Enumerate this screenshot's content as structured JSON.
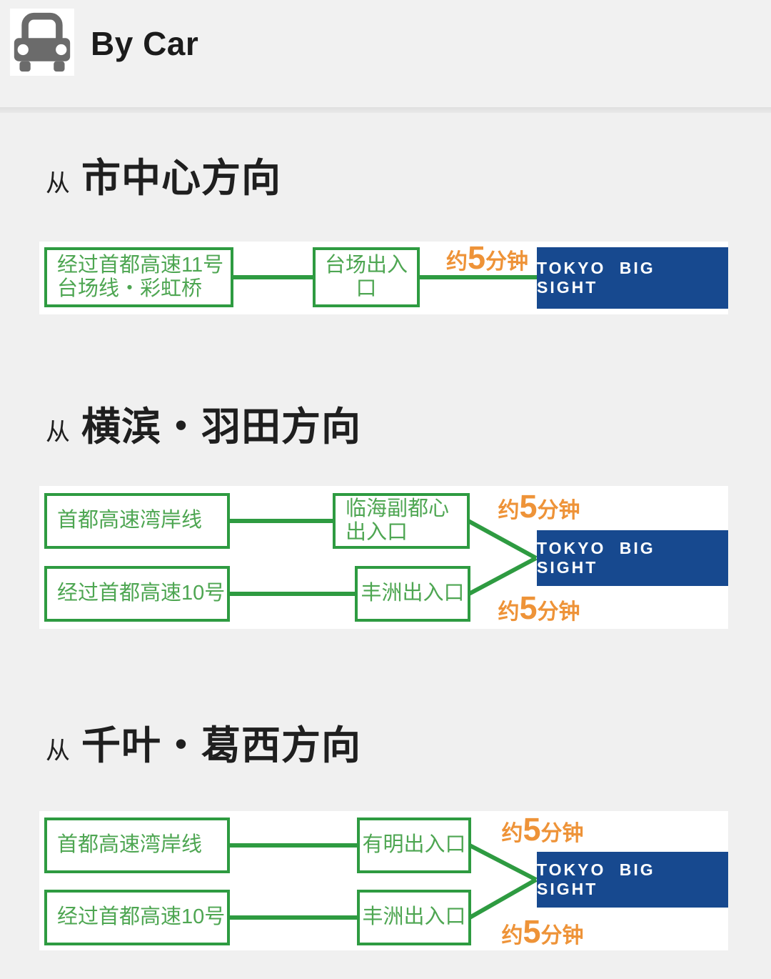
{
  "colors": {
    "page_bg": "#f0f0f0",
    "box_border_green": "#2e9b41",
    "box_text_green": "#4ea652",
    "duration_orange": "#ee9338",
    "destination_blue": "#17498f",
    "header_text": "#1b1b1b"
  },
  "header": {
    "title": "By Car",
    "icon": "car-icon"
  },
  "sections": [
    {
      "prefix": "从",
      "title": "市中心方向",
      "destination": "TOKYO BIG SIGHT",
      "rows": [
        {
          "from_lines": [
            "经过首都高速11号",
            "台场线・彩虹桥"
          ],
          "via_lines": [
            "台场出入口"
          ],
          "duration": {
            "prefix": "约",
            "value": "5",
            "suffix": "分钟"
          }
        }
      ]
    },
    {
      "prefix": "从",
      "title": "横滨・羽田方向",
      "destination": "TOKYO BIG SIGHT",
      "rows": [
        {
          "from_lines": [
            "首都高速湾岸线"
          ],
          "via_lines": [
            "临海副都心",
            "出入口"
          ],
          "duration": {
            "prefix": "约",
            "value": "5",
            "suffix": "分钟"
          }
        },
        {
          "from_lines": [
            "经过首都高速10号"
          ],
          "via_lines": [
            "丰洲出入口"
          ],
          "duration": {
            "prefix": "约",
            "value": "5",
            "suffix": "分钟"
          }
        }
      ]
    },
    {
      "prefix": "从",
      "title": "千叶・葛西方向",
      "destination": "TOKYO BIG SIGHT",
      "rows": [
        {
          "from_lines": [
            "首都高速湾岸线"
          ],
          "via_lines": [
            "有明出入口"
          ],
          "duration": {
            "prefix": "约",
            "value": "5",
            "suffix": "分钟"
          }
        },
        {
          "from_lines": [
            "经过首都高速10号"
          ],
          "via_lines": [
            "丰洲出入口"
          ],
          "duration": {
            "prefix": "约",
            "value": "5",
            "suffix": "分钟"
          }
        }
      ]
    }
  ]
}
